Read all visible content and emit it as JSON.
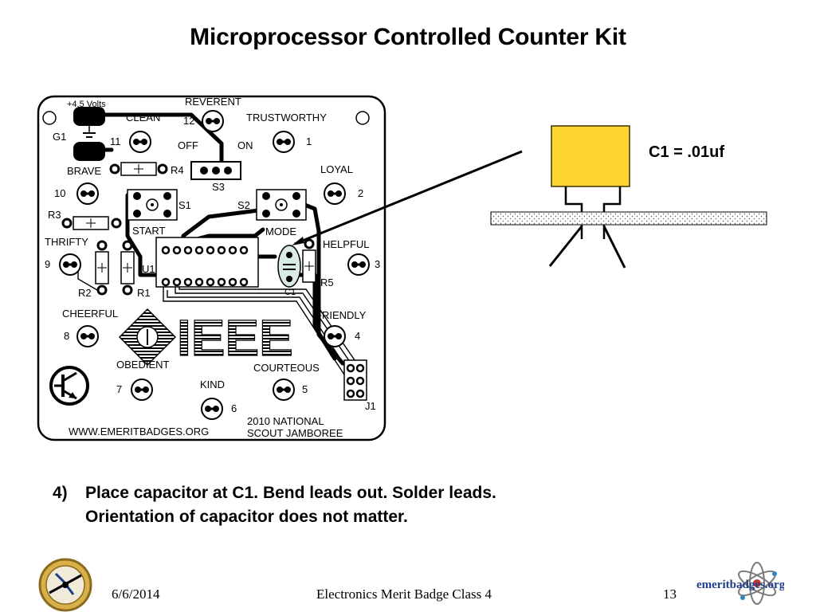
{
  "slide": {
    "title": "Microprocessor Controlled Counter Kit",
    "step_number": "4)",
    "step_line1": "Place capacitor at C1.  Bend leads out. Solder leads.",
    "step_line2": "Orientation of capacitor does not matter.",
    "capacitor_label": "C1 = .01uf"
  },
  "board": {
    "voltage": "+4.5 Volts",
    "battery": "G1",
    "switch_off": "OFF",
    "switch_on": "ON",
    "switch_s3": "S3",
    "switch_s1": "S1",
    "switch_s2": "S2",
    "start": "START",
    "mode": "MODE",
    "ic": "U1",
    "connector": "J1",
    "c1": "C1",
    "resistors": {
      "r1": "R1",
      "r2": "R2",
      "r3": "R3",
      "r4": "R4",
      "r5": "R5"
    },
    "points": [
      {
        "name": "REVERENT",
        "num": "12"
      },
      {
        "name": "TRUSTWORTHY",
        "num": "1"
      },
      {
        "name": "CLEAN",
        "num": "11"
      },
      {
        "name": "LOYAL",
        "num": "2"
      },
      {
        "name": "BRAVE",
        "num": ""
      },
      {
        "name": "",
        "num": "10"
      },
      {
        "name": "HELPFUL",
        "num": "3"
      },
      {
        "name": "THRIFTY",
        "num": "9"
      },
      {
        "name": "FRIENDLY",
        "num": "4"
      },
      {
        "name": "CHEERFUL",
        "num": "8"
      },
      {
        "name": "OBEDIENT",
        "num": "7"
      },
      {
        "name": "COURTEOUS",
        "num": "5"
      },
      {
        "name": "KIND",
        "num": "6"
      }
    ],
    "logo_text": "IEEE",
    "website": "WWW.EMERITBADGES.ORG",
    "event_line1": "2010 NATIONAL",
    "event_line2": "SCOUT JAMBOREE"
  },
  "footer": {
    "date": "6/6/2014",
    "course": "Electronics Merit Badge Class 4",
    "page": "13",
    "site_logo": "emeritbadges.org"
  },
  "colors": {
    "capacitor_body": "#FFD631",
    "capacitor_outline": "#3a3000",
    "board_outline": "#000000",
    "c1_highlight": "#d8ece4",
    "badge_gold": "#d7b04a"
  },
  "icons": [
    "transistor-symbol-icon",
    "merit-badge-icon",
    "atom-logo-icon"
  ]
}
